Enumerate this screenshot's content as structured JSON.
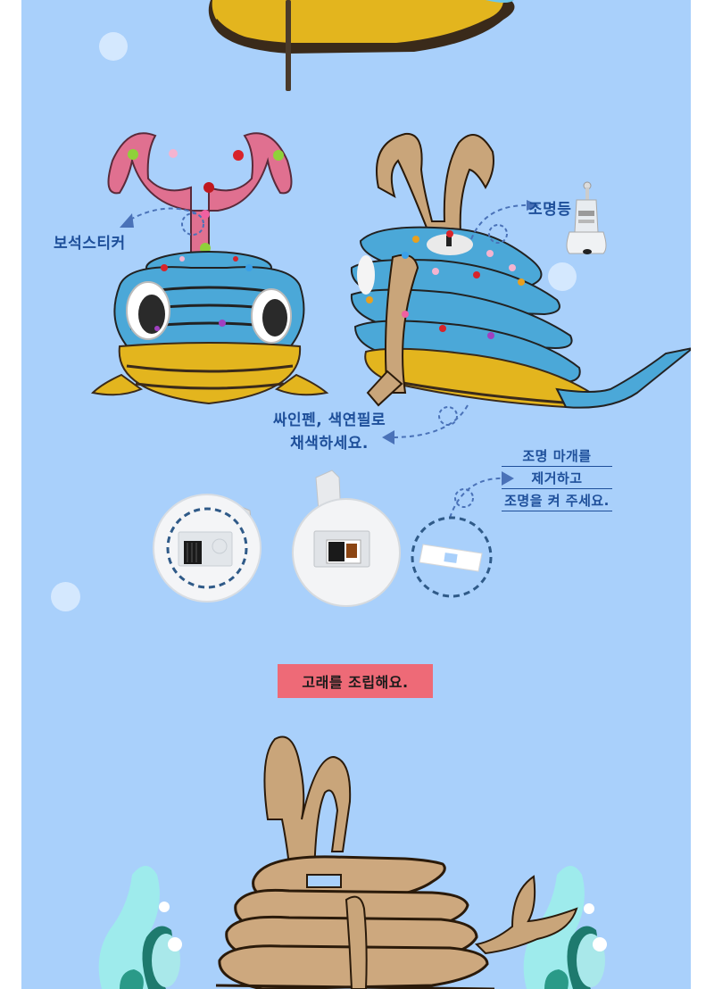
{
  "page": {
    "background_color": "#A9D0FB",
    "margin_color": "#FFFFFF"
  },
  "labels": {
    "gem_sticker": "보석스티커",
    "light": "조명등",
    "coloring_line1": "싸인펜, 색연필로",
    "coloring_line2": "채색하세요.",
    "cap_line1": "조명 마개를",
    "cap_line2": "제거하고",
    "cap_line3": "조명을 켜 주세요."
  },
  "step_button": {
    "label": "고래를 조립해요.",
    "color": "#EE6A77"
  },
  "images": [
    {
      "name": "whale-top-partial",
      "desc": "yellow wooden whale base (cropped top)"
    },
    {
      "name": "whale-front-decorated",
      "desc": "blue/yellow whale with pink spout, googly eyes, gem stickers"
    },
    {
      "name": "whale-side-decorated",
      "desc": "blue/yellow whale side view with wooden spout"
    },
    {
      "name": "led-light",
      "desc": "small LED light unit"
    },
    {
      "name": "led-bottom-view",
      "desc": "LED base with switch, dashed circle"
    },
    {
      "name": "led-side-view",
      "desc": "LED base with switch"
    },
    {
      "name": "light-cap",
      "desc": "white plastic cap, dashed circle"
    },
    {
      "name": "whale-assembled-wood",
      "desc": "unpainted wooden whale assembly"
    }
  ],
  "colors": {
    "label_text": "#1E4F9A",
    "dashed_line": "#4A72B8",
    "wood": "#C9A57A",
    "blue_paint": "#4BA8D8",
    "yellow_paint": "#E8C02A",
    "pink_paint": "#E07090",
    "seaweed_light": "#9EEBEC",
    "seaweed_dark": "#1E7A6E"
  }
}
